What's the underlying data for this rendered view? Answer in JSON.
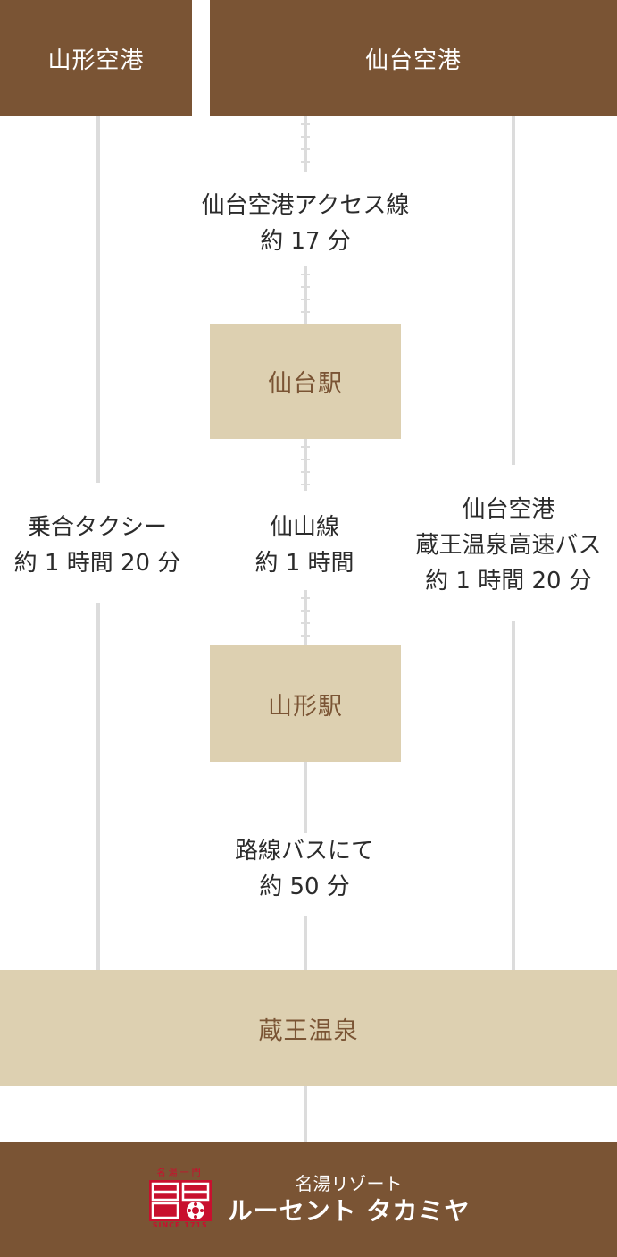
{
  "header": {
    "yamagata_airport": "山形空港",
    "sendai_airport": "仙台空港"
  },
  "routes": {
    "airport_access": {
      "line": "仙台空港アクセス線",
      "time": "約 17 分"
    },
    "senzan": {
      "line": "仙山線",
      "time": "約 1 時間"
    },
    "taxi": {
      "line": "乗合タクシー",
      "time": "約 1 時間 20 分"
    },
    "express_bus": {
      "line1": "仙台空港",
      "line2": "蔵王温泉高速バス",
      "time": "約 1 時間 20 分"
    },
    "route_bus": {
      "line": "路線バスにて",
      "time": "約 50 分"
    }
  },
  "stations": {
    "sendai": "仙台駅",
    "yamagata": "山形駅",
    "zao_onsen": "蔵王温泉"
  },
  "footer": {
    "logo_top": "名湯一門",
    "logo_bottom": "SINCE 1715",
    "brand_sub": "名湯リゾート",
    "brand_main": "ルーセント タカミヤ"
  },
  "colors": {
    "brown": "#7a5434",
    "tan": "#ddd0b1",
    "line": "#dcdcdc",
    "logo_red": "#c8102e"
  }
}
